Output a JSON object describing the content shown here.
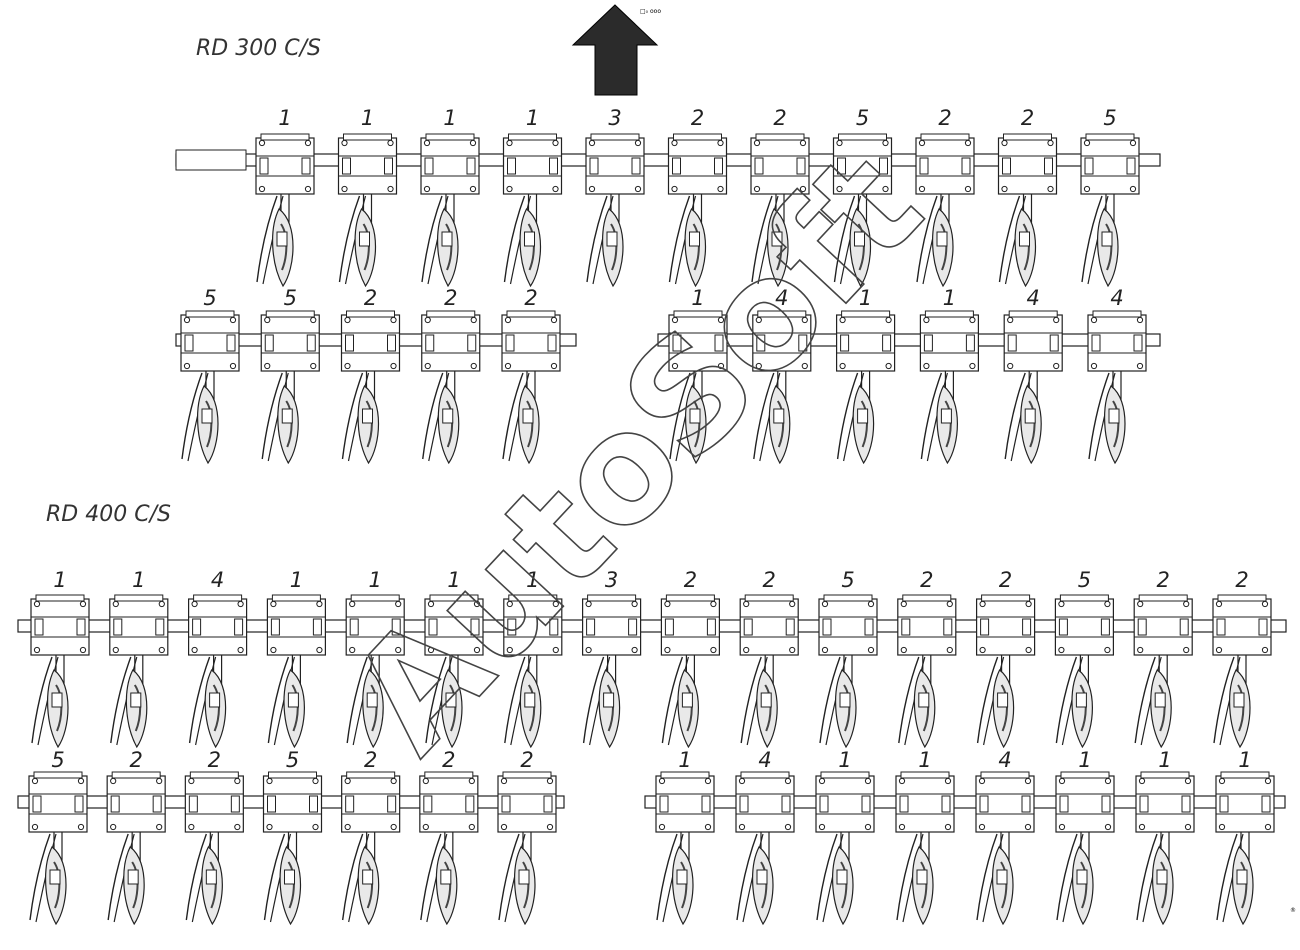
{
  "direction_arrow": {
    "icon": "up-arrow-icon",
    "color": "#2b2b2b",
    "caption": "□₀ ooo"
  },
  "watermark": "AutoSoft",
  "corner_mark": "®",
  "sections": [
    {
      "title": "RD 300 C/S",
      "rows": [
        {
          "units": [
            "1",
            "1",
            "1",
            "1",
            "3",
            "2",
            "2",
            "5",
            "2",
            "2",
            "5"
          ]
        },
        {
          "units": [
            "5",
            "5",
            "2",
            "2",
            "2"
          ]
        },
        {
          "units": [
            "1",
            "4",
            "1",
            "1",
            "4",
            "4"
          ]
        }
      ]
    },
    {
      "title": "RD 400 C/S",
      "rows": [
        {
          "units": [
            "1",
            "1",
            "4",
            "1",
            "1",
            "1",
            "1",
            "3",
            "2",
            "2",
            "5",
            "2",
            "2",
            "5",
            "2",
            "2"
          ]
        },
        {
          "units": [
            "5",
            "2",
            "2",
            "5",
            "2",
            "2",
            "2"
          ]
        },
        {
          "units": [
            "1",
            "4",
            "1",
            "1",
            "4",
            "1",
            "1",
            "1"
          ]
        }
      ]
    }
  ]
}
